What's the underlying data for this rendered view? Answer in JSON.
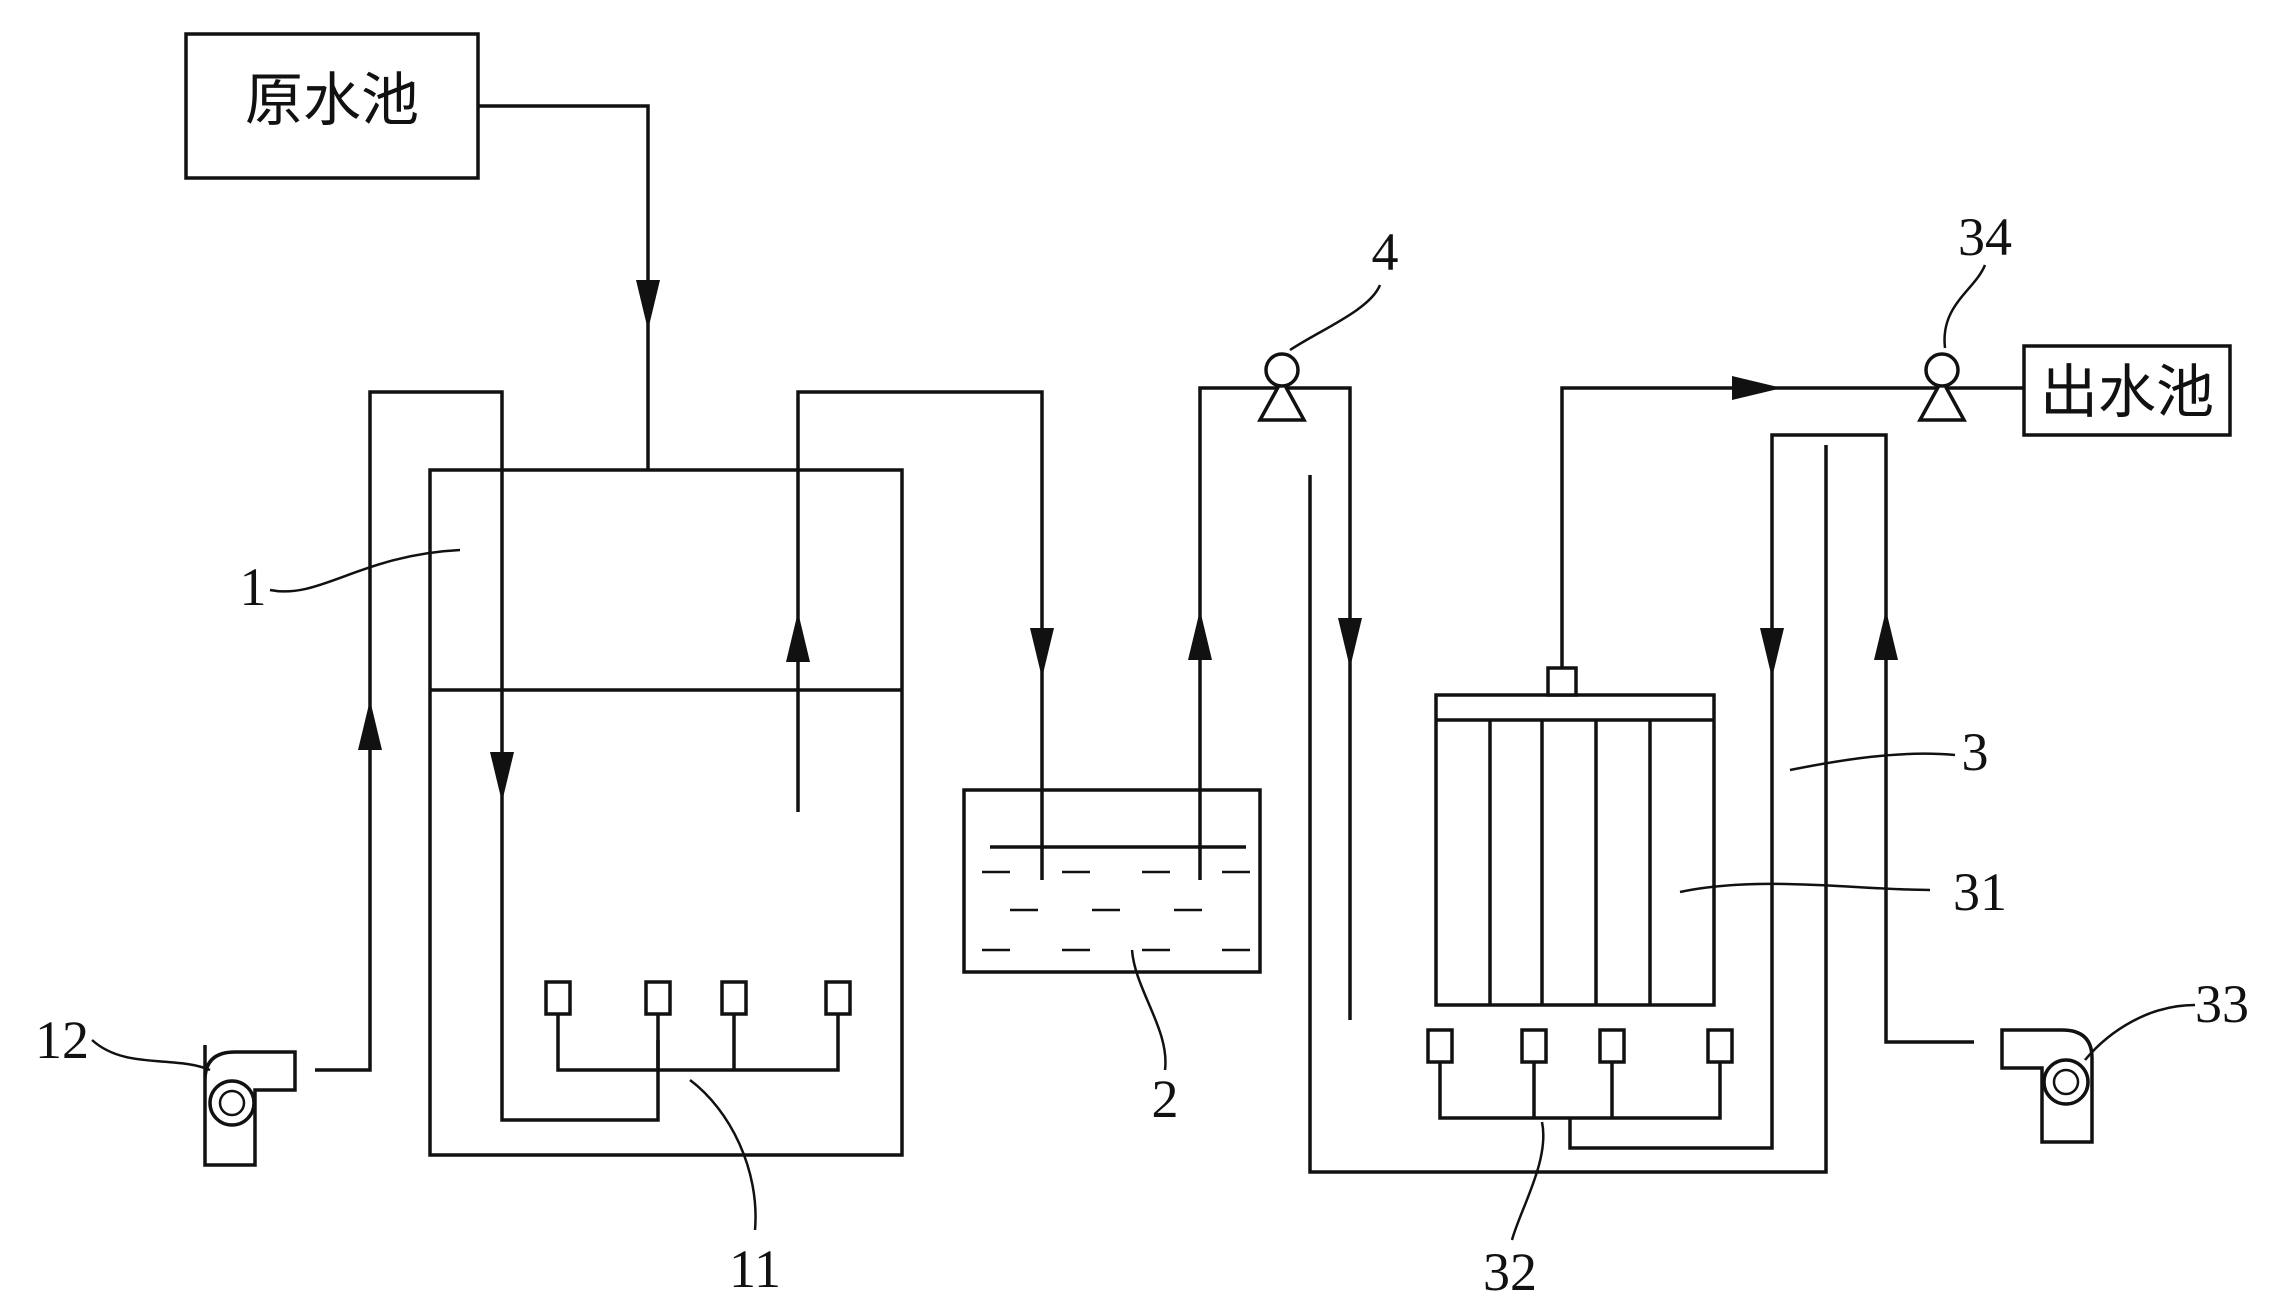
{
  "boxes": {
    "raw_water_pool": "原水池",
    "outlet_pool": "出水池"
  },
  "labels": {
    "tank": "1",
    "aerator": "11",
    "blower_left": "12",
    "intermediate_tank": "2",
    "membrane_tank": "3",
    "membrane_module": "31",
    "membrane_aerator": "32",
    "blower_right": "33",
    "outlet_pump": "34",
    "pump": "4"
  },
  "colors": {
    "line": "#111111",
    "background": "#ffffff"
  }
}
